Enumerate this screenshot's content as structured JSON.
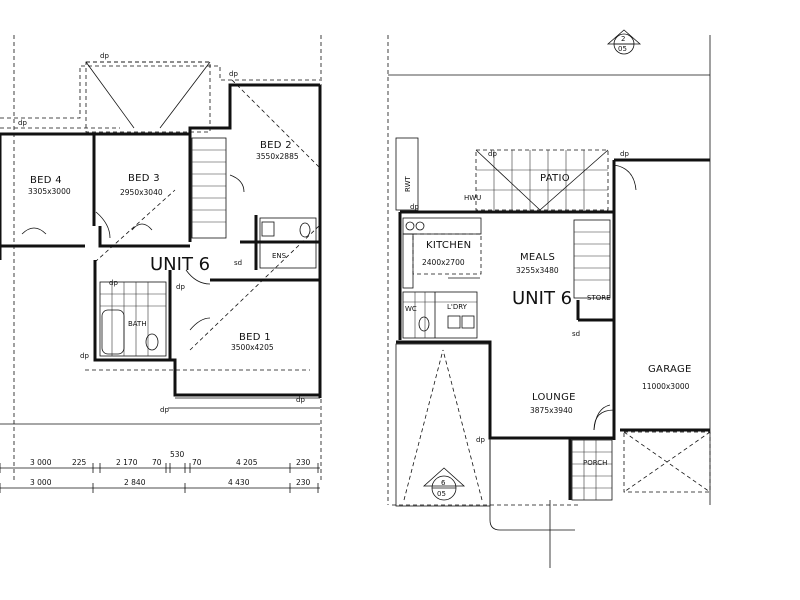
{
  "upper_floor": {
    "unit_label": "UNIT 6",
    "rooms": [
      {
        "name": "BED 4",
        "size": "3305x3000"
      },
      {
        "name": "BED 3",
        "size": "2950x3040"
      },
      {
        "name": "BED 2",
        "size": "3550x2885"
      },
      {
        "name": "BED 1",
        "size": "3500x4205"
      },
      {
        "name": "BATH",
        "size": ""
      },
      {
        "name": "ENS",
        "size": ""
      }
    ],
    "dims_row1": [
      "3 000",
      "225",
      "2 170",
      "70",
      "530",
      "70",
      "4 205",
      "230"
    ],
    "dims_row2": [
      "3 000",
      "2 840",
      "4 430",
      "230"
    ],
    "dp_labels": [
      "dp",
      "dp",
      "dp",
      "dp",
      "dp",
      "dp",
      "dp",
      "dp"
    ],
    "sd_label": "sd"
  },
  "ground_floor": {
    "unit_label": "UNIT 6",
    "rooms": [
      {
        "name": "PATIO",
        "size": ""
      },
      {
        "name": "KITCHEN",
        "size": "2400x2700"
      },
      {
        "name": "MEALS",
        "size": "3255x3480"
      },
      {
        "name": "STORE",
        "size": ""
      },
      {
        "name": "LOUNGE",
        "size": "3875x3940"
      },
      {
        "name": "GARAGE",
        "size": "11000x3000"
      },
      {
        "name": "PORCH",
        "size": ""
      },
      {
        "name": "WC",
        "size": ""
      },
      {
        "name": "L'DRY",
        "size": ""
      }
    ],
    "rwt_label": "RWT",
    "hwu_label": "HWU",
    "dp_labels": [
      "dp",
      "dp",
      "dp",
      "dp"
    ],
    "sd_label": "sd"
  },
  "section_markers": [
    {
      "top": "2",
      "bottom": "05"
    },
    {
      "top": "6",
      "bottom": "05"
    }
  ]
}
